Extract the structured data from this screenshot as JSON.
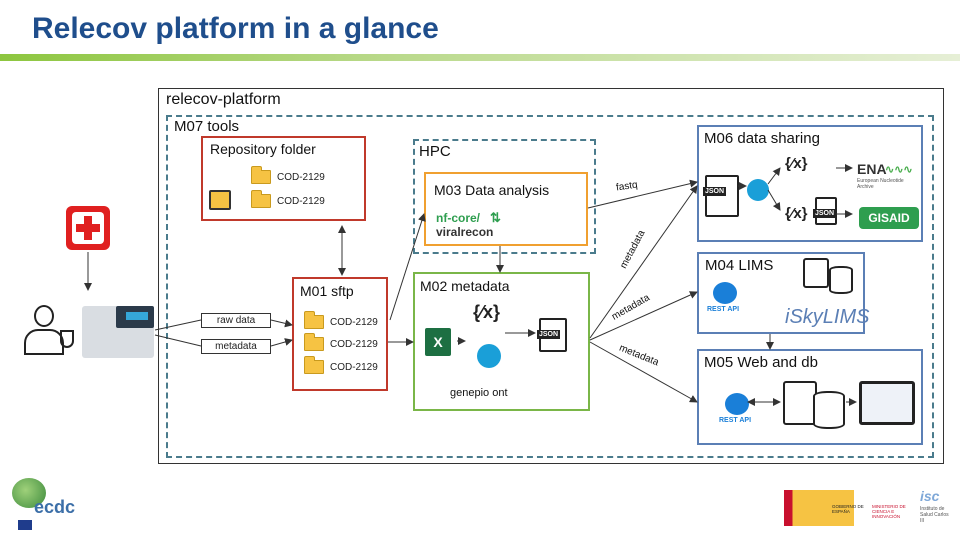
{
  "title": "Relecov platform in a glance",
  "platform_label": "relecov-platform",
  "tools_label": "M07 tools",
  "repository": {
    "label": "Repository folder",
    "files": [
      "COD-2129",
      "COD-2129"
    ]
  },
  "hpc": {
    "label": "HPC"
  },
  "m03": {
    "label": "M03 Data analysis",
    "logo_line1": "nf-core/",
    "logo_line2": "viralrecon"
  },
  "m01": {
    "label": "M01 sftp",
    "files": [
      "COD-2129",
      "COD-2129",
      "COD-2129"
    ]
  },
  "m02": {
    "label": "M02 metadata",
    "ont_label": "genepio ont"
  },
  "m06": {
    "label": "M06 data sharing",
    "ena_label": "ENA",
    "ena_sub": "European Nucleotide Archive",
    "gisaid_label": "GISAID"
  },
  "m04": {
    "label": "M04 LIMS",
    "rest_api": "REST API",
    "lims_logo": "iSkyLIMS"
  },
  "m05": {
    "label": "M05 Web and db",
    "rest_api": "REST API"
  },
  "inputs": {
    "raw_data": "raw data",
    "metadata": "metadata"
  },
  "edges": {
    "fastq": "fastq",
    "metadata_1": "metadata",
    "metadata_2": "metadata",
    "metadata_3": "metadata"
  },
  "icons": {
    "json": "JSON",
    "excel": "X"
  },
  "footer": {
    "ecdc": "ecdc",
    "gov1": "GOBIERNO DE ESPAÑA",
    "gov2": "MINISTERIO DE CIENCIA E INNOVACIÓN",
    "isciii": "Instituto de Salud Carlos III"
  },
  "colors": {
    "title": "#1f4e8c",
    "red_box": "#c0392b",
    "orange_box": "#f0a030",
    "green_box": "#7ab648",
    "blue_box": "#5b7fb5",
    "dashed": "#4a7b8c"
  }
}
